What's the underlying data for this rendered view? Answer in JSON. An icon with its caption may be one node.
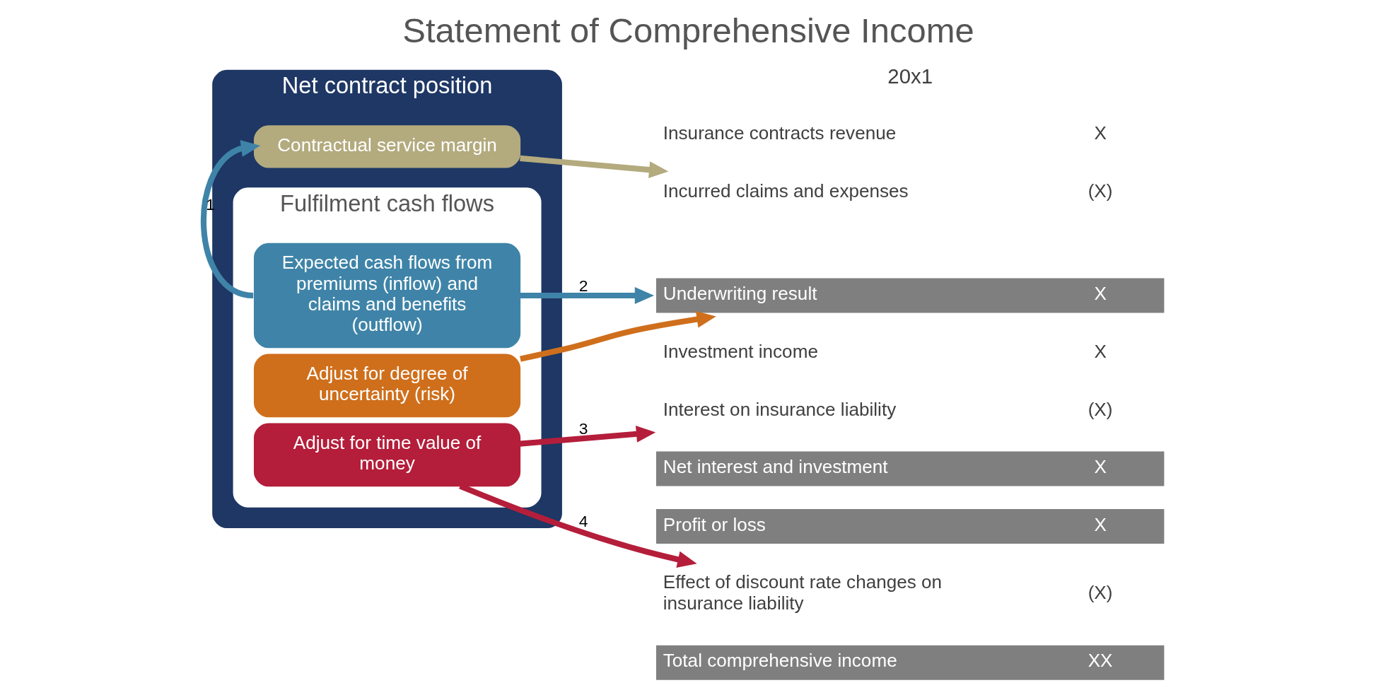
{
  "diagram": {
    "title": "Statement of Comprehensive Income",
    "nodes": [
      {
        "text": [
          "Net contract position"
        ]
      },
      {
        "text": [
          "Contractual service margin"
        ],
        "in": 0
      },
      {
        "text": [
          "Fulfilment cash flows"
        ],
        "in": 0
      },
      {
        "text": [
          "Expected cash flows from premiums (inflow) and claims and benefits (outflow)"
        ],
        "in": 2
      },
      {
        "text": [
          "Adjust for degree of uncertainty (risk)"
        ],
        "in": 2
      },
      {
        "text": [
          "Adjust for time value of money"
        ],
        "in": 2
      },
      {
        "text": [
          "Insurance contracts revenue",
          "X"
        ]
      },
      {
        "text": [
          "Incurred claims and expenses",
          "(X)"
        ]
      },
      {
        "text": [
          "Underwriting result",
          "X"
        ]
      },
      {
        "text": [
          "Investment income",
          "X"
        ]
      },
      {
        "text": [
          "Interest on insurance liability",
          "(X)"
        ]
      },
      {
        "text": [
          "Net interest and investment",
          "X"
        ]
      },
      {
        "text": [
          "Profit or loss",
          "X"
        ]
      },
      {
        "text": [
          "Effect of discount rate changes on insurance liability",
          "(X)"
        ]
      },
      {
        "text": [
          "Total comprehensive income",
          "XX"
        ]
      }
    ],
    "edges": [
      {
        "from": 3,
        "to": 1,
        "arrow": "to",
        "label": "1",
        "color": "#3f84a8"
      },
      {
        "from": 1,
        "to": 7,
        "arrow": "to",
        "color": "#b3aa7e"
      },
      {
        "from": 3,
        "to": 8,
        "arrow": "to",
        "label": "2",
        "color": "#3f84a8"
      },
      {
        "from": 4,
        "to": 8,
        "arrow": "to",
        "color": "#cf6f1c"
      },
      {
        "from": 5,
        "to": 10,
        "arrow": "to",
        "label": "3",
        "color": "#b41e3a"
      },
      {
        "from": 5,
        "to": 13,
        "arrow": "to",
        "label": "4",
        "color": "#b41e3a"
      }
    ],
    "labels": [
      "20x1"
    ]
  }
}
